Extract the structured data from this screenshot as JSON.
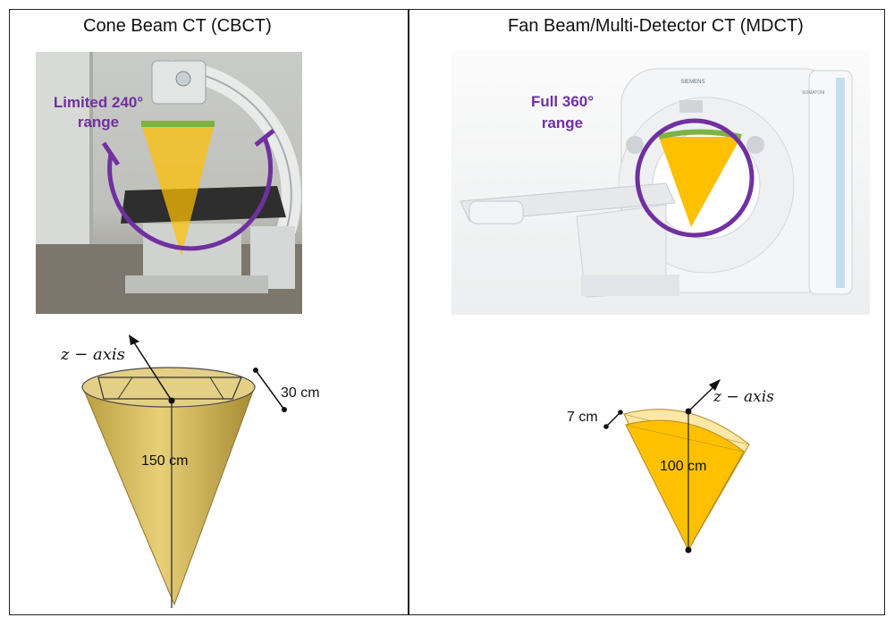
{
  "left": {
    "title": "Cone Beam CT (CBCT)",
    "range_line1": "Limited 240°",
    "range_line2": "range",
    "axis_label": "z − axis",
    "width_label": "30 cm",
    "length_label": "150 cm"
  },
  "right": {
    "title": "Fan Beam/Multi-Detector CT (MDCT)",
    "range_line1": "Full 360°",
    "range_line2": "range",
    "axis_label": "z − axis",
    "width_label": "7 cm",
    "length_label": "100 cm",
    "brand_label": "SIEMENS",
    "model_label": "SOMATOM"
  },
  "colors": {
    "purple": "#7030a0",
    "detector_green": "#7cb342",
    "beam_orange": "#ffc000",
    "cone_gold": "#d8bd55"
  }
}
